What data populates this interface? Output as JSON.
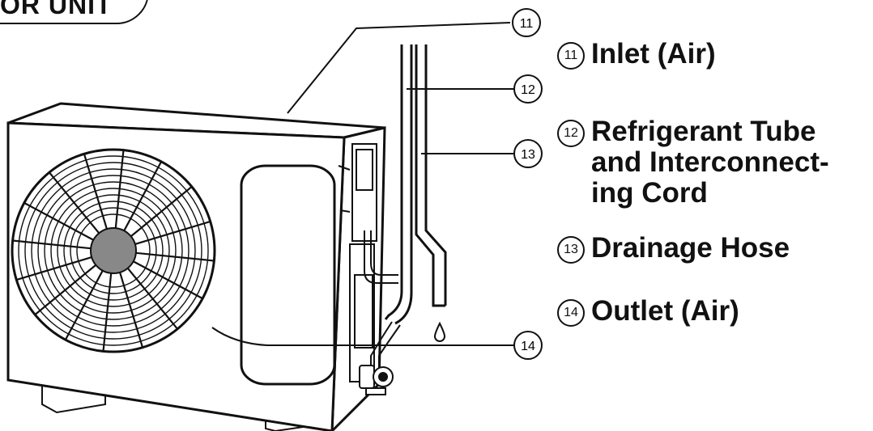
{
  "header": {
    "title": "OR UNIT"
  },
  "callouts": [
    {
      "number": "11",
      "label": "Inlet (Air)"
    },
    {
      "number": "12",
      "label": "Refrigerant Tube\nand Interconnect-\ning Cord"
    },
    {
      "number": "13",
      "label": "Drainage Hose"
    },
    {
      "number": "14",
      "label": "Outlet (Air)"
    }
  ],
  "colors": {
    "line": "#111111",
    "background": "#ffffff"
  }
}
